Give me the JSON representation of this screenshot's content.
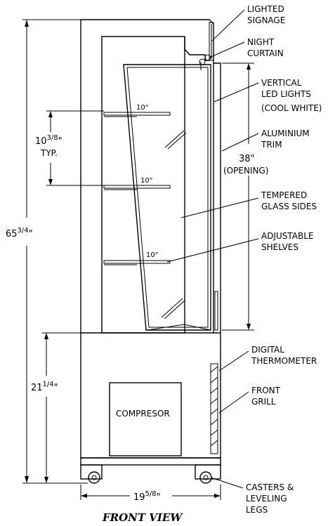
{
  "callouts": {
    "lighted_signage": [
      "LIGHTED",
      "SIGNAGE"
    ],
    "night_curtain": [
      "NIGHT",
      "CURTAIN"
    ],
    "vertical_led": [
      "VERTICAL",
      "LED LIGHTS",
      "(COOL WHITE)"
    ],
    "aluminium_trim": [
      "ALUMINIUM",
      "TRIM"
    ],
    "opening": [
      "38\"",
      "(OPENING)"
    ],
    "tempered_glass": [
      "TEMPERED",
      "GLASS SIDES"
    ],
    "adjustable_shelves": [
      "ADJUSTABLE",
      "SHELVES"
    ],
    "digital_thermometer": [
      "DIGITAL",
      "THERMOMETER"
    ],
    "front_grill": [
      "FRONT",
      "GRILL"
    ],
    "casters": [
      "CASTERS &",
      "LEVELING",
      "LEGS"
    ]
  },
  "dimensions": {
    "shelf_spacing": [
      "10",
      "3/8",
      "\"",
      "TYP."
    ],
    "overall_height": [
      "65",
      "3/4",
      "\""
    ],
    "base_height": [
      "21",
      "1/4",
      "\""
    ],
    "width": [
      "19",
      "5/8",
      "\""
    ]
  },
  "shelf_depth_labels": [
    "10\"",
    "10\"",
    "10\""
  ],
  "compressor_label": "COMPRESOR",
  "view_title": "FRONT VIEW"
}
